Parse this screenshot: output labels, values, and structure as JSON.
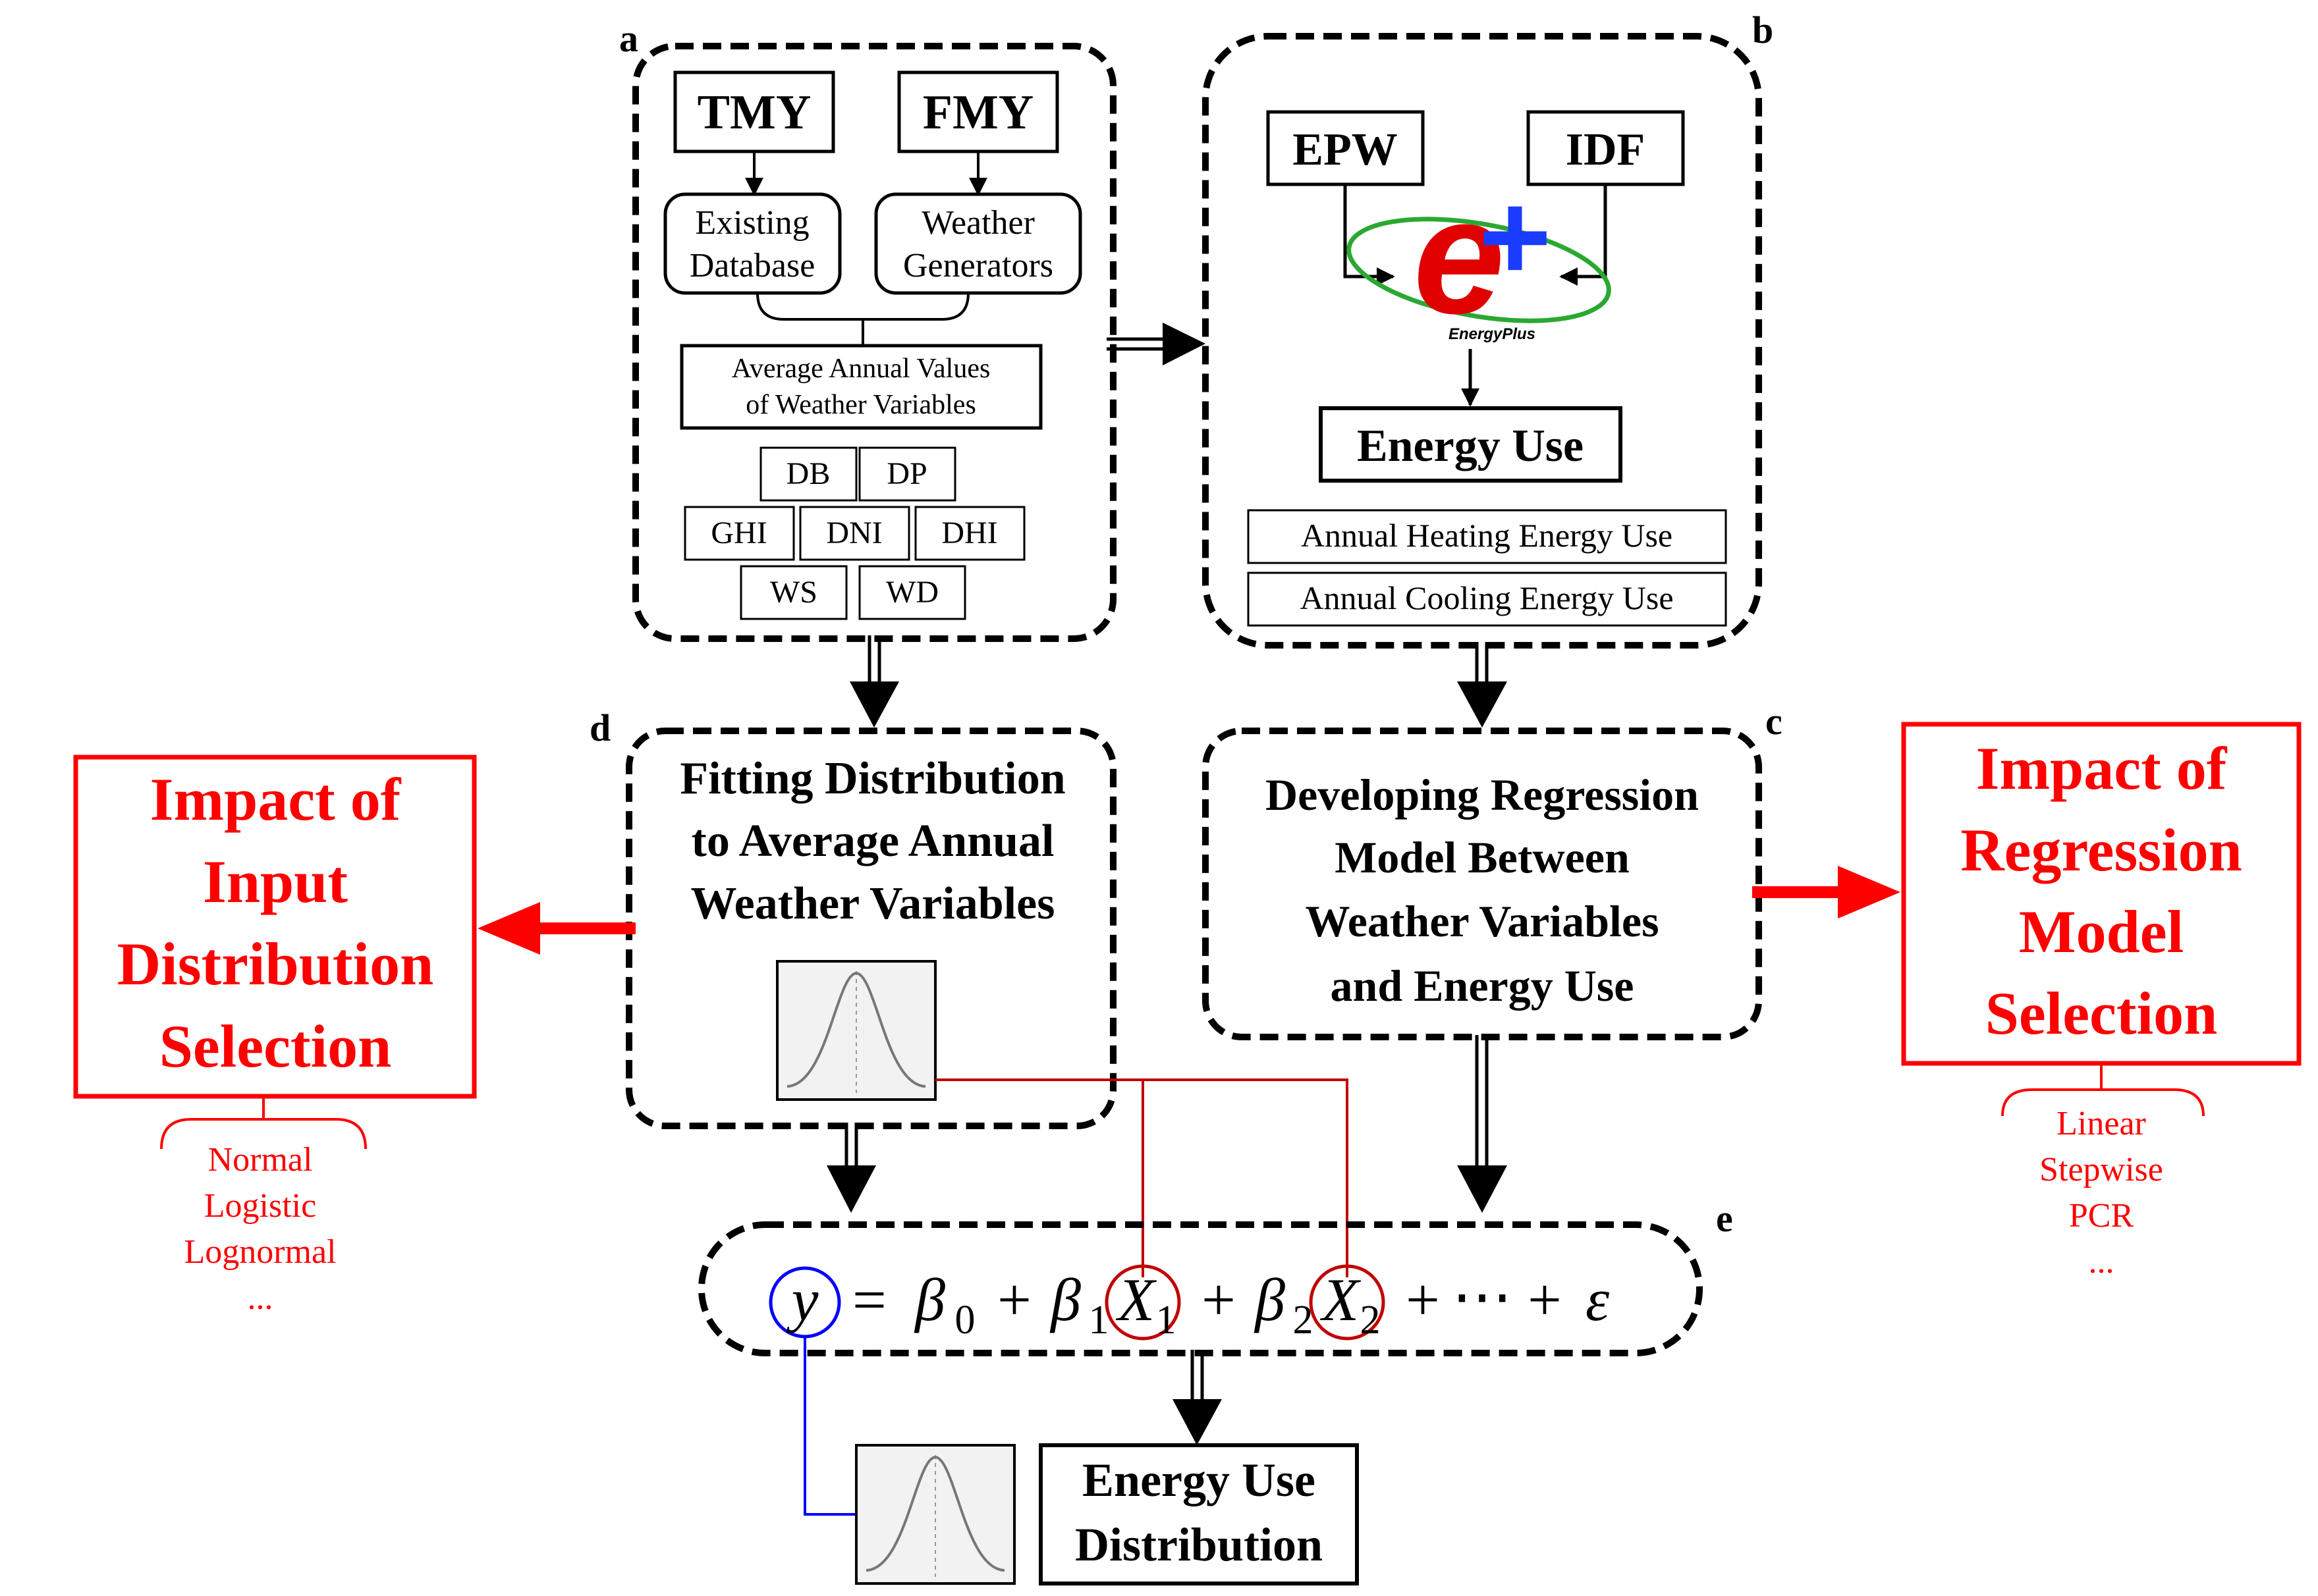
{
  "panel_letters": {
    "a": "a",
    "b": "b",
    "c": "c",
    "d": "d",
    "e": "e"
  },
  "panel_a": {
    "tmy": "TMY",
    "fmy": "FMY",
    "existing_database": [
      "Existing",
      "Database"
    ],
    "weather_generators": [
      "Weather",
      "Generators"
    ],
    "average_annual": [
      "Average Annual Values",
      "of Weather Variables"
    ],
    "variables_row1": [
      "DB",
      "DP"
    ],
    "variables_row2": [
      "GHI",
      "DNI",
      "DHI"
    ],
    "variables_row3": [
      "WS",
      "WD"
    ]
  },
  "panel_b": {
    "epw": "EPW",
    "idf": "IDF",
    "logo_glyph": "e",
    "logo_plus": "+",
    "logo_caption": "EnergyPlus",
    "energy_use": "Energy Use",
    "annual_heating": "Annual Heating Energy Use",
    "annual_cooling": "Annual Cooling Energy Use"
  },
  "panel_c": {
    "title": [
      "Developing Regression",
      "Model Between",
      "Weather Variables",
      "and Energy Use"
    ]
  },
  "panel_d": {
    "title": [
      "Fitting Distribution",
      "to Average Annual",
      "Weather Variables"
    ]
  },
  "panel_e": {
    "y": "y",
    "eq": "=",
    "beta": "β",
    "plus": "+",
    "x": "X",
    "sub0": "0",
    "sub1": "1",
    "sub2": "2",
    "ellipsis": "⋯",
    "epsilon": "ε"
  },
  "impact_input": {
    "title": [
      "Impact of",
      "Input",
      "Distribution",
      "Selection"
    ],
    "options": [
      "Normal",
      "Logistic",
      "Lognormal",
      "..."
    ]
  },
  "impact_regression": {
    "title": [
      "Impact of",
      "Regression",
      "Model",
      "Selection"
    ],
    "options": [
      "Linear",
      "Stepwise",
      "PCR",
      "..."
    ]
  },
  "output": {
    "label": [
      "Energy Use",
      "Distribution"
    ]
  },
  "colors": {
    "black": "#000000",
    "red": "#ff0000",
    "dark_red": "#c00000",
    "blue": "#0000ff",
    "logo_red": "#e00000",
    "logo_blue": "#1a3cff",
    "logo_green": "#2aa832"
  }
}
